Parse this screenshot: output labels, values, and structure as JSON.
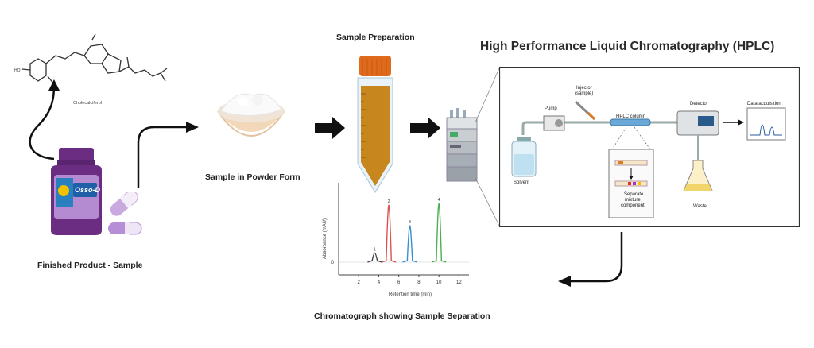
{
  "labels": {
    "finished_product": "Finished Product - Sample",
    "powder_form": "Sample in Powder Form",
    "sample_prep": "Sample Preparation",
    "chromatograph_caption": "Chromatograph showing Sample Separation",
    "hplc_title": "High Performance Liquid Chromatography (HPLC)",
    "compound_name": "Cholecalciferol",
    "bottle_brand": "Osso-D"
  },
  "hplc_panel": {
    "solvent": "Solvent",
    "pump": "Pump",
    "injector_line1": "Injector",
    "injector_line2": "(sample)",
    "column": "HPLC column",
    "detector": "Detector",
    "data_acq": "Data acquisition",
    "waste": "Waste",
    "separate_line1": "Separate",
    "separate_line2": "mixture",
    "separate_line3": "component"
  },
  "chart_data": {
    "type": "line",
    "xlabel": "Retention time (min)",
    "ylabel": "Absorbance (mAU)",
    "xlim": [
      0,
      13
    ],
    "x_ticks": [
      "2",
      "4",
      "6",
      "8",
      "10",
      "12"
    ],
    "y_tick": "0",
    "peaks": [
      {
        "name": "1",
        "x": 3.6,
        "height": 0.12,
        "color": "#444444"
      },
      {
        "name": "2",
        "x": 5.0,
        "height": 0.75,
        "color": "#d9534f"
      },
      {
        "name": "3",
        "x": 7.1,
        "height": 0.48,
        "color": "#3a8fd0"
      },
      {
        "name": "4",
        "x": 10.0,
        "height": 0.77,
        "color": "#4caf50"
      }
    ]
  },
  "colors": {
    "bottle_purple": "#6a2d82",
    "tube_orange": "#e06a1b",
    "tube_liquid": "#c8861f",
    "arrow_black": "#111111"
  }
}
